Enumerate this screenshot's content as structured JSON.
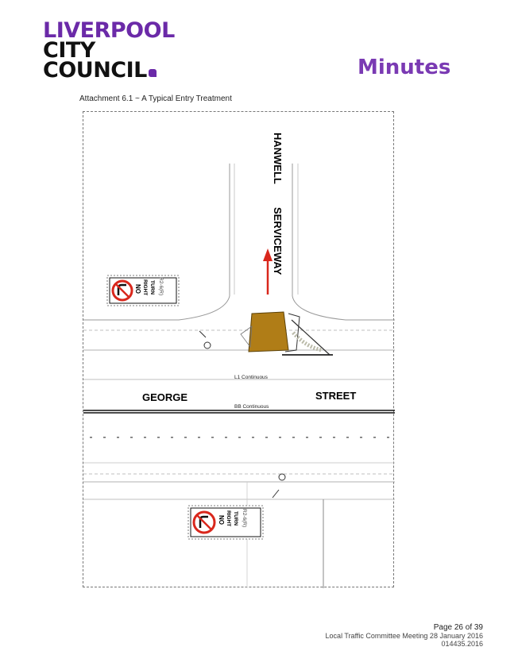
{
  "logo": {
    "line1": "LIVERPOOL",
    "line2": "CITY",
    "line3": "COUNCIL"
  },
  "header": {
    "section": "Minutes"
  },
  "attachment_title": "Attachment 6.1 ~ A Typical Entry Treatment",
  "drawing": {
    "street_main_left": "GEORGE",
    "street_main_right": "STREET",
    "street_side_1": "HANWELL",
    "street_side_2": "SERVICEWAY",
    "line_marking_top": "L1 Continuous",
    "line_marking_center": "BB Continuous",
    "sign_text_1": "NO",
    "sign_text_2": "RIGHT",
    "sign_text_3": "TURN",
    "sign_code": "R2-6(R)"
  },
  "footer": {
    "page": "Page 26 of 39",
    "meeting": "Local Traffic Committee Meeting 28 January 2016",
    "ref": "014435.2016"
  },
  "colors": {
    "brand_purple": "#6b2aa8",
    "treatment_fill": "#b07d17",
    "arrow_red": "#d9271c"
  }
}
